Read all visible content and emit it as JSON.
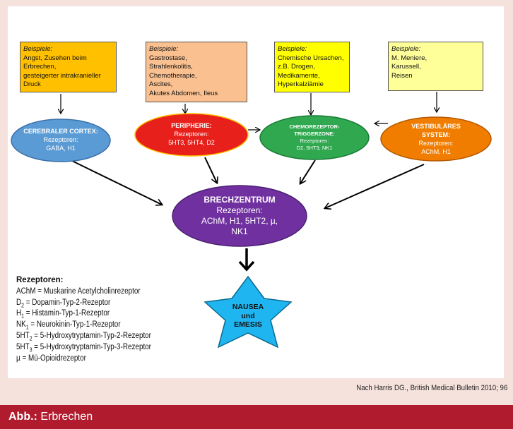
{
  "boxes": [
    {
      "example_label": "Beispiele:",
      "lines": [
        "Angst,  Zusehen beim",
        "Erbrechen,",
        "gesteigerter intrakranieller",
        "Druck"
      ],
      "color": "#ffc000"
    },
    {
      "example_label": "Beispiele:",
      "lines": [
        "Gastrostase,",
        "Strahlenkolitis,",
        "Chemotherapie,",
        "Ascites,",
        "Akutes Abdomen, Ileus"
      ],
      "color": "#fac090"
    },
    {
      "example_label": "Beispiele:",
      "lines": [
        "Chemische Ursachen,",
        "z.B. Drogen,",
        "Medikamente,",
        "Hyperkalziämie"
      ],
      "color": "#ffff00"
    },
    {
      "example_label": "Beispiele:",
      "lines": [
        "M. Meniere,",
        "Karussell,",
        "Reisen"
      ],
      "color": "#ffff99"
    }
  ],
  "nodes": [
    {
      "title": "CEREBRALER CORTEX:",
      "receptor_label": "Rezeptoren:",
      "receptors": "GABA, H1",
      "color": "#5b9bd5"
    },
    {
      "title": "PERIPHERIE:",
      "receptor_label": "Rezeptoren:",
      "receptors": "5HT3, 5HT4, D2",
      "color": "#e8201c"
    },
    {
      "title": "CHEMOREZEPTOR-TRIGGERZONE:",
      "receptor_label": "Rezeptoren:",
      "receptors": "D2, 5HT3, NK1",
      "color": "#2fa84f"
    },
    {
      "title": "VESTIBULÄRES SYSTEM:",
      "receptor_label": "Rezeptoren:",
      "receptors": "AChM, H1",
      "color": "#f07d00"
    }
  ],
  "center": {
    "title": "BRECHZENTRUM",
    "receptor_label": "Rezeptoren:",
    "receptors_line1": "AChM, H1, 5HT2, µ,",
    "receptors_line2": "NK1",
    "color": "#7030a0"
  },
  "outcome": {
    "line1": "NAUSEA",
    "line2": "und",
    "line3": "EMESIS",
    "color": "#1fb5f0"
  },
  "legend": {
    "title": "Rezeptoren:",
    "rows": [
      {
        "abbr": "AChM",
        "sub": "",
        "desc": " = Muskarine Acetylcholinrezeptor"
      },
      {
        "abbr": "D",
        "sub": "2",
        "desc": " = Dopamin-Typ-2-Rezeptor"
      },
      {
        "abbr": "H",
        "sub": "1",
        "desc": " = Histamin-Typ-1-Rezeptor"
      },
      {
        "abbr": "NK",
        "sub": "1",
        "desc": " = Neurokinin-Typ-1-Rezeptor"
      },
      {
        "abbr": "5HT",
        "sub": "2",
        "desc": " = 5-Hydroxytryptamin-Typ-2-Rezeptor"
      },
      {
        "abbr": "5HT",
        "sub": "3",
        "desc": " = 5-Hydroxytryptamin-Typ-3-Rezeptor"
      },
      {
        "abbr": "µ",
        "sub": "",
        "desc": " = Mü-Opioidrezeptor"
      }
    ]
  },
  "source": "Nach Harris DG., British Medical Bulletin 2010; 96",
  "footer": {
    "label": "Abb.:",
    "text": " Erbrechen"
  },
  "colors": {
    "footer": "#b01c2e",
    "background": "#f6e2dc",
    "arrow": "#000000"
  }
}
